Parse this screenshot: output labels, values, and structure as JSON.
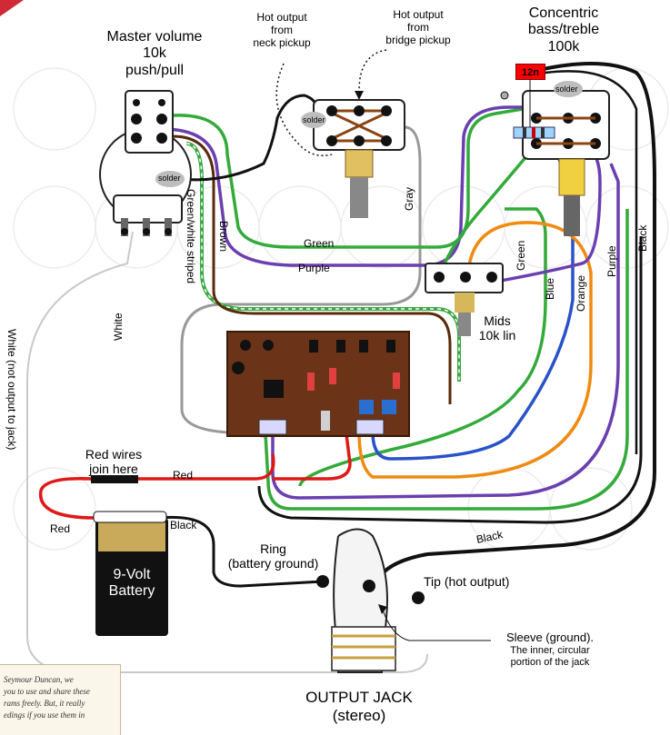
{
  "labels": {
    "master_volume": [
      "Master volume",
      "10k",
      "push/pull"
    ],
    "concentric": [
      "Concentric",
      "bass/treble",
      "100k"
    ],
    "hot_neck": [
      "Hot output",
      "from",
      "neck pickup"
    ],
    "hot_bridge": [
      "Hot output",
      "from",
      "bridge pickup"
    ],
    "mids": [
      "Mids",
      "10k lin"
    ],
    "red_wires_join": [
      "Red wires",
      "join here"
    ],
    "battery": [
      "9-Volt",
      "Battery"
    ],
    "ring": [
      "Ring",
      "(battery ground)"
    ],
    "tip": "Tip (hot output)",
    "sleeve": [
      "Sleeve (ground).",
      "The inner, circular",
      "portion of the jack"
    ],
    "output_jack": [
      "OUTPUT JACK",
      "(stereo)"
    ],
    "solder": "solder",
    "cap_value": "12n"
  },
  "wire_labels": {
    "green_white": "Green/white striped",
    "brown": "Brown",
    "white": "White",
    "white_not_output": "White (not output to jack)",
    "gray": "Gray",
    "green_mid": "Green",
    "purple_mid": "Purple",
    "green_right": "Green",
    "blue": "Blue",
    "orange": "Orange",
    "purple_right": "Purple",
    "black_right": "Black",
    "black_bottom": "Black",
    "red_top": "Red",
    "red_left": "Red",
    "black_battery": "Black"
  },
  "note_text": [
    "Seymour Duncan, we",
    "you to use and share these",
    "rams freely. But, it really",
    "edings if you use them in"
  ],
  "colors": {
    "green": "#33aa3a",
    "purple": "#6a3fb0",
    "brown": "#5a2a0c",
    "black": "#111111",
    "blue": "#2a52c8",
    "orange": "#f08a10",
    "red": "#e01818",
    "gray": "#999999",
    "board": "#6b3418",
    "brand_red": "#cf2a36"
  }
}
